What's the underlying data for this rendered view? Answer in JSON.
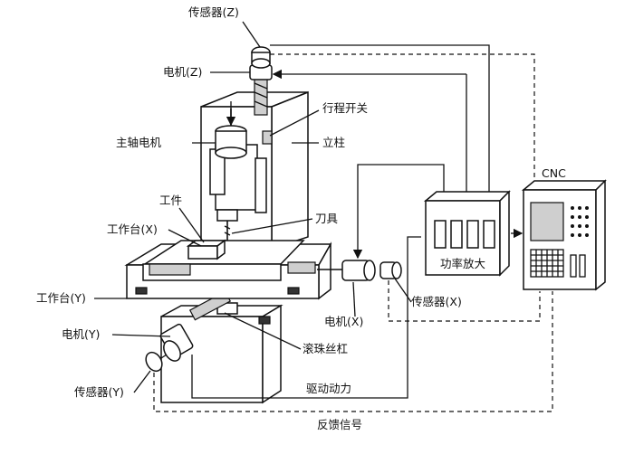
{
  "labels": {
    "sensor_z": "传感器(Z)",
    "motor_z": "电机(Z)",
    "limit_switch": "行程开关",
    "spindle_motor": "主轴电机",
    "column": "立柱",
    "cnc": "CNC",
    "workpiece": "工件",
    "cutter": "刀具",
    "table_x": "工作台(X)",
    "table_y": "工作台(Y)",
    "amplifier": "功率放大",
    "motor_x": "电机(X)",
    "sensor_x": "传感器(X)",
    "motor_y": "电机(Y)",
    "ball_screw": "滚珠丝杠",
    "sensor_y": "传感器(Y)",
    "drive_power": "驱动动力",
    "feedback": "反馈信号"
  }
}
